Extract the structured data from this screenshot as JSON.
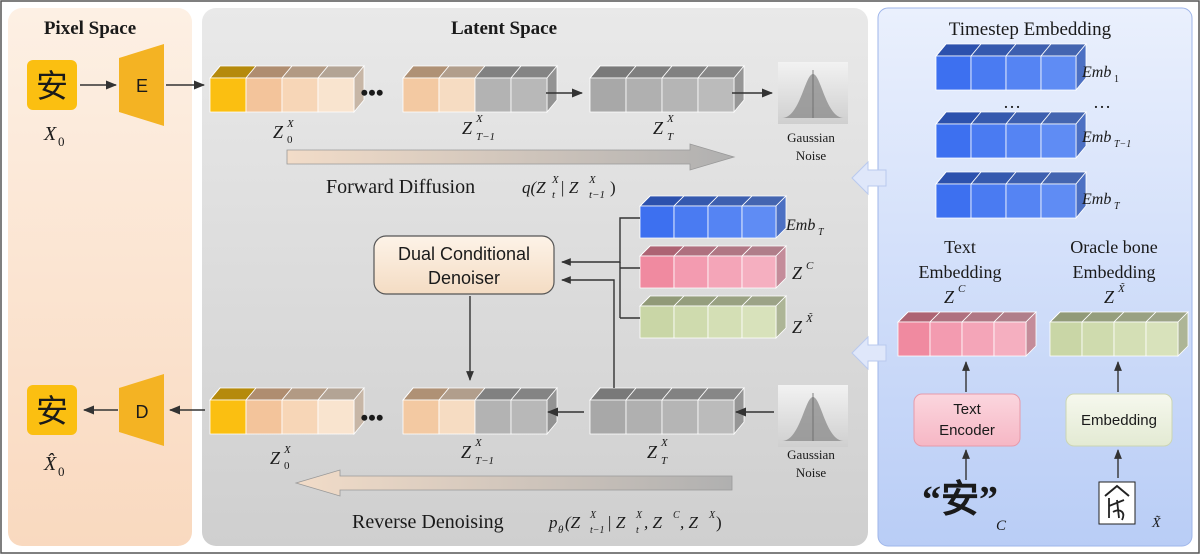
{
  "panels": {
    "pixel_title": "Pixel Space",
    "latent_title": "Latent Space"
  },
  "pixel": {
    "char": "安",
    "x0_label": "X",
    "x0_sub": "0",
    "x0hat_label": "X̂",
    "x0hat_sub": "0",
    "encoder_letter": "E",
    "decoder_letter": "D"
  },
  "latent": {
    "ellipsis": "•••",
    "z0_main": "Z",
    "z0_sub": "0",
    "z0_sup": "X",
    "zt1_main": "Z",
    "zt1_sub": "T−1",
    "zt1_sup": "X",
    "zt_main": "Z",
    "zt_sub": "T",
    "zt_sup": "X",
    "noise_label_1": "Gaussian",
    "noise_label_2": "Noise",
    "forward_label": "Forward Diffusion",
    "forward_formula": "q(Z",
    "forward_formula_sub1": "t",
    "forward_formula_sup1": "X",
    "forward_formula_mid": " | Z",
    "forward_formula_sub2": "t−1",
    "forward_formula_sup2": "X",
    "forward_formula_end": ")",
    "denoiser_line1": "Dual Conditional",
    "denoiser_line2": "Denoiser",
    "cond_emb_main": "Emb",
    "cond_emb_sub": "T",
    "cond_zc_main": "Z",
    "cond_zc_sup": "C",
    "cond_zx_main": "Z",
    "cond_zx_sup": "X̃",
    "reverse_label": "Reverse Denoising",
    "reverse_formula": "p",
    "reverse_formula_sub_theta": "θ",
    "reverse_formula_body": "(Z",
    "reverse_formula_sub1": "t−1",
    "reverse_formula_sup1": "X",
    "reverse_formula_mid1": " | Z",
    "reverse_formula_sub2": "t",
    "reverse_formula_sup2": "X",
    "reverse_formula_mid2": ", Z",
    "reverse_formula_sup3": "C",
    "reverse_formula_mid3": ", Z",
    "reverse_formula_sup4": "X",
    "reverse_formula_end": ")"
  },
  "right": {
    "timestep_title": "Timestep Embedding",
    "emb1_main": "Emb",
    "emb1_sub": "1",
    "emb_ellipsis": "…",
    "emb2_main": "Emb",
    "emb2_sub": "T−1",
    "emb3_main": "Emb",
    "emb3_sub": "T",
    "text_emb_line1": "Text",
    "text_emb_line2": "Embedding",
    "text_emb_z": "Z",
    "text_emb_sup": "C",
    "oracle_emb_line1": "Oracle bone",
    "oracle_emb_line2": "Embedding",
    "oracle_emb_z": "Z",
    "oracle_emb_sup": "X̃",
    "text_encoder_line1": "Text",
    "text_encoder_line2": "Encoder",
    "embedding_box": "Embedding",
    "quote_text": "“安”",
    "c_label": "C",
    "xtilde_label": "X̃"
  },
  "colors": {
    "pixel_bg": "#fbe3cf",
    "latent_bg": "#d9d9d9",
    "right_bg": "#cfdcf7",
    "yellow": "#fbbf11",
    "blue": "#3d70f0",
    "pink": "#f08aa0",
    "green": "#c9d6a6",
    "gray_cube": "#a6a6a6"
  }
}
